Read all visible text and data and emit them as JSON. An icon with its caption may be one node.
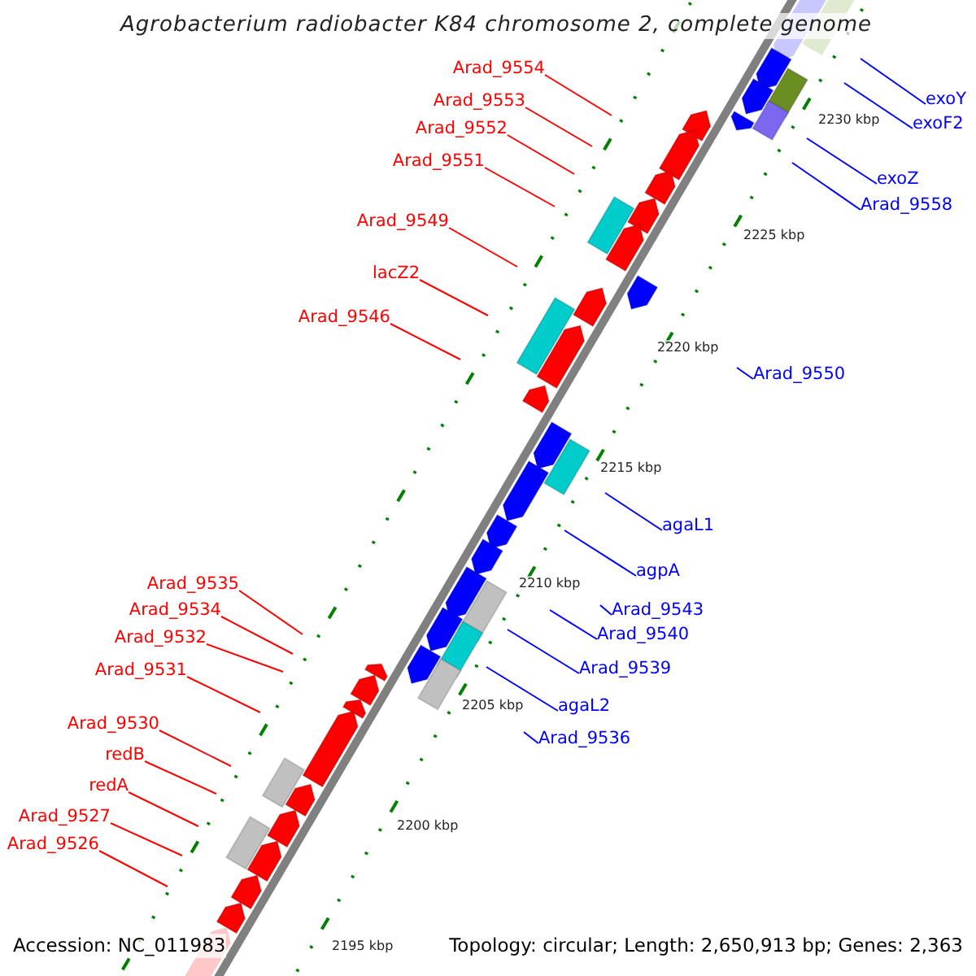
{
  "diagram": {
    "title": "Agrobacterium radiobacter K84 chromosome 2, complete genome",
    "nodes": [
      {
        "text": [
          "Arad_9554"
        ]
      },
      {
        "text": [
          "Arad_9553"
        ]
      },
      {
        "text": [
          "Arad_9552"
        ]
      },
      {
        "text": [
          "Arad_9551"
        ]
      },
      {
        "text": [
          "Arad_9549"
        ]
      },
      {
        "text": [
          "lacZ2"
        ]
      },
      {
        "text": [
          "Arad_9546"
        ]
      },
      {
        "text": [
          "Arad_9535"
        ]
      },
      {
        "text": [
          "Arad_9534"
        ]
      },
      {
        "text": [
          "Arad_9532"
        ]
      },
      {
        "text": [
          "Arad_9531"
        ]
      },
      {
        "text": [
          "Arad_9530"
        ]
      },
      {
        "text": [
          "redB"
        ]
      },
      {
        "text": [
          "redA"
        ]
      },
      {
        "text": [
          "Arad_9527"
        ]
      },
      {
        "text": [
          "Arad_9526"
        ]
      },
      {
        "text": [
          "exoY"
        ]
      },
      {
        "text": [
          "exoF2"
        ]
      },
      {
        "text": [
          "exoZ"
        ]
      },
      {
        "text": [
          "Arad_9558"
        ]
      },
      {
        "text": [
          "Arad_9550"
        ]
      },
      {
        "text": [
          "agaL1"
        ]
      },
      {
        "text": [
          "agpA"
        ]
      },
      {
        "text": [
          "Arad_9543"
        ]
      },
      {
        "text": [
          "Arad_9540"
        ]
      },
      {
        "text": [
          "Arad_9539"
        ]
      },
      {
        "text": [
          "agaL2"
        ]
      },
      {
        "text": [
          "Arad_9536"
        ]
      }
    ],
    "edges": [
      {
        "from": 0,
        "to": null,
        "arrow": "none"
      },
      {
        "from": 1,
        "to": null,
        "arrow": "none"
      },
      {
        "from": 2,
        "to": null,
        "arrow": "none"
      },
      {
        "from": 3,
        "to": null,
        "arrow": "none"
      },
      {
        "from": 4,
        "to": null,
        "arrow": "none"
      },
      {
        "from": 5,
        "to": null,
        "arrow": "none"
      },
      {
        "from": 6,
        "to": null,
        "arrow": "none"
      },
      {
        "from": 7,
        "to": null,
        "arrow": "none"
      },
      {
        "from": 8,
        "to": null,
        "arrow": "none"
      },
      {
        "from": 9,
        "to": null,
        "arrow": "none"
      },
      {
        "from": 10,
        "to": null,
        "arrow": "none"
      },
      {
        "from": 11,
        "to": null,
        "arrow": "none"
      },
      {
        "from": 12,
        "to": null,
        "arrow": "none"
      },
      {
        "from": 13,
        "to": null,
        "arrow": "none"
      },
      {
        "from": 14,
        "to": null,
        "arrow": "none"
      },
      {
        "from": 15,
        "to": null,
        "arrow": "none"
      },
      {
        "from": 16,
        "to": null,
        "arrow": "none",
        "color": "#0000ff"
      },
      {
        "from": 17,
        "to": null,
        "arrow": "none",
        "color": "#0000ff"
      },
      {
        "from": 18,
        "to": null,
        "arrow": "none",
        "color": "#0000ff"
      },
      {
        "from": 19,
        "to": null,
        "arrow": "none",
        "color": "#0000ff"
      },
      {
        "from": 20,
        "to": null,
        "arrow": "none",
        "color": "#0000ff"
      },
      {
        "from": 21,
        "to": null,
        "arrow": "none",
        "color": "#0000ff"
      },
      {
        "from": 22,
        "to": null,
        "arrow": "none",
        "color": "#0000ff"
      },
      {
        "from": 23,
        "to": null,
        "arrow": "none",
        "color": "#0000ff"
      },
      {
        "from": 24,
        "to": null,
        "arrow": "none",
        "color": "#0000ff"
      },
      {
        "from": 25,
        "to": null,
        "arrow": "none",
        "color": "#0000ff"
      },
      {
        "from": 26,
        "to": null,
        "arrow": "none",
        "color": "#0000ff"
      },
      {
        "from": 27,
        "to": null,
        "arrow": "none",
        "color": "#0000ff"
      }
    ],
    "labels": [
      "2230 kbp",
      "2225 kbp",
      "2220 kbp",
      "2215 kbp",
      "2210 kbp",
      "2205 kbp",
      "2200 kbp",
      "2195 kbp",
      "Accession: NC_011983",
      "Topology: circular; Length: 2,650,913 bp; Genes: 2,363"
    ]
  }
}
